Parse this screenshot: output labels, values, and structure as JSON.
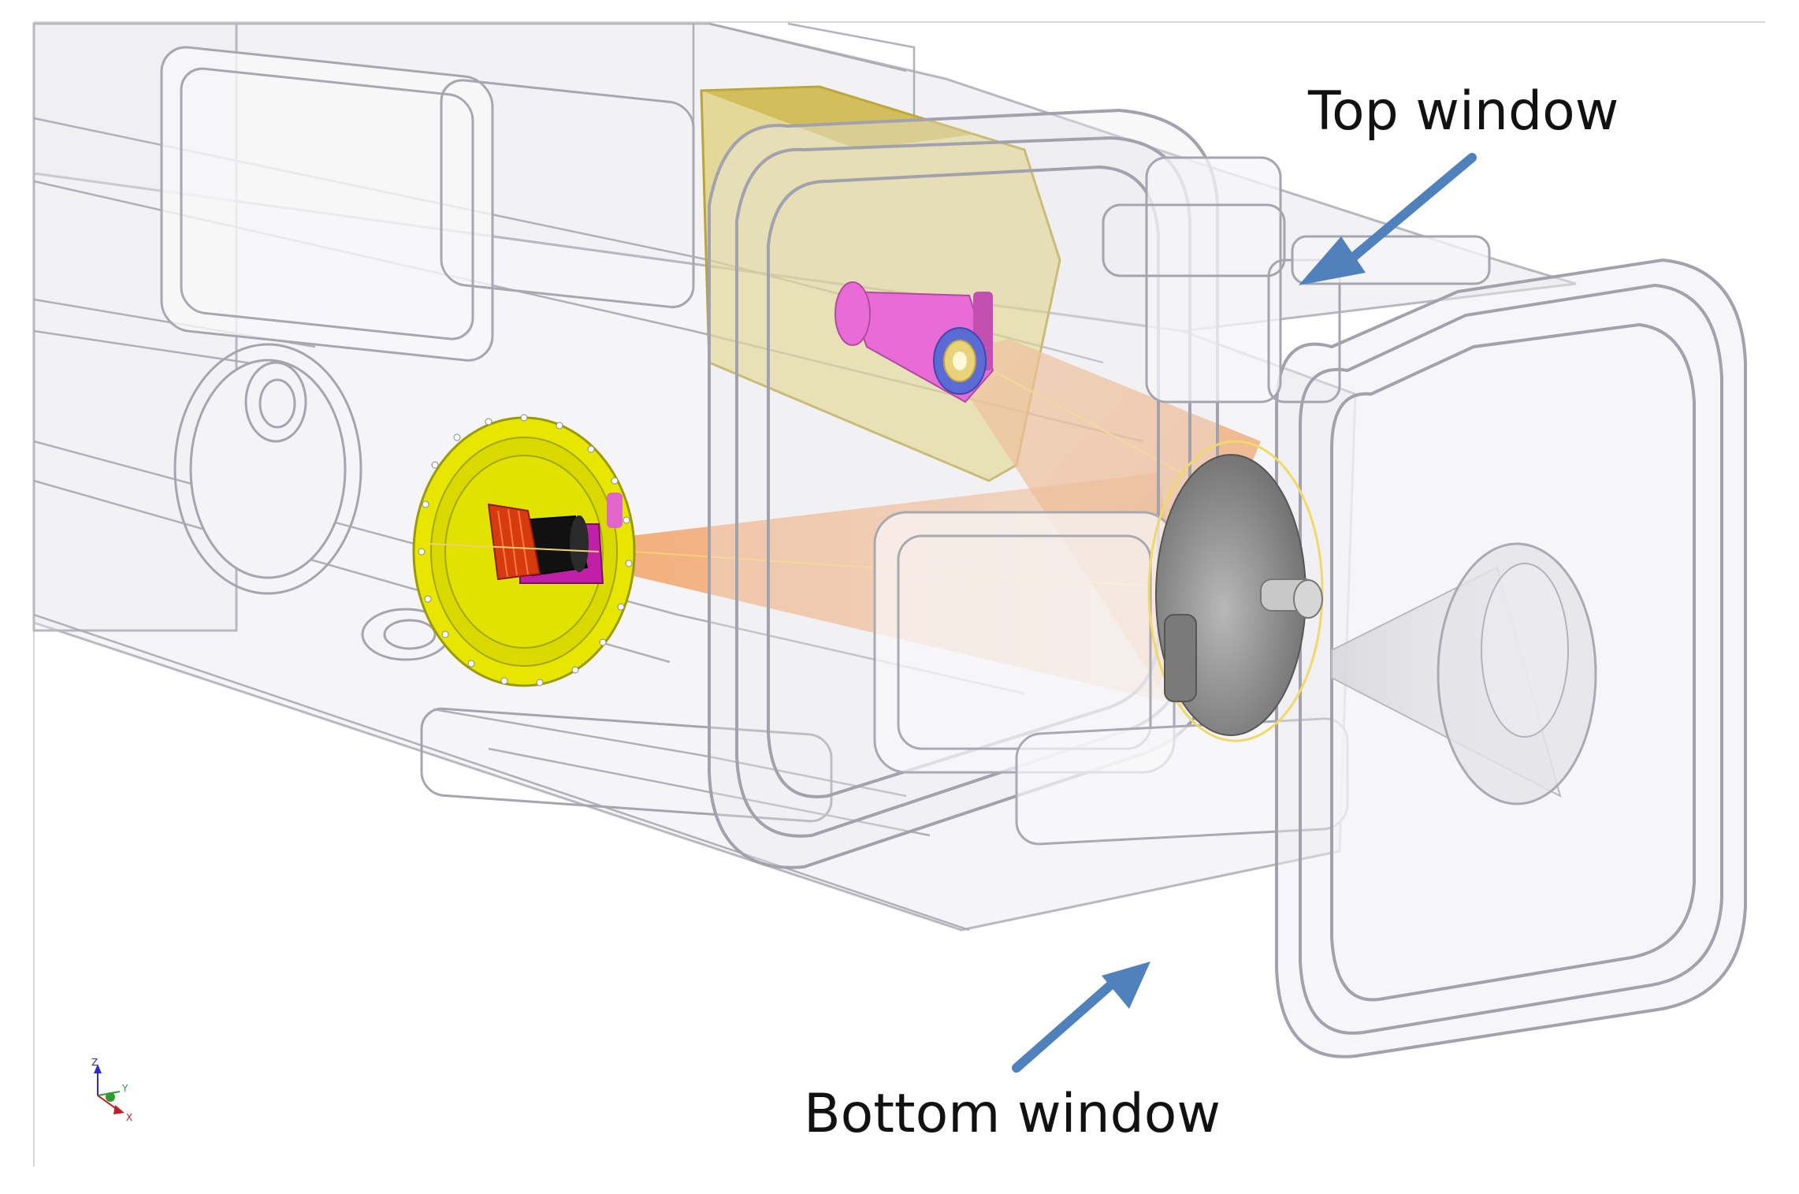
{
  "annotations": {
    "top_window": "Top window",
    "bottom_window": "Bottom window"
  },
  "axis_triad": {
    "x": "X",
    "y": "Y",
    "z": "Z"
  },
  "colors": {
    "background": "#ffffff",
    "arrow": "#4f81bd",
    "flange": "#e6e600",
    "camera_body": "#d83a10",
    "camera_lens": "#111111",
    "magenta_mount": "#c21fa8",
    "light_source": "#e86bd6",
    "light_ring": "#5b6bd6",
    "yellow_panel": "#d8c24a",
    "beam": "#f0a060",
    "disc": "#9a9a9a",
    "chamber_fill": "#eeeef1",
    "chamber_edge": "#b8b8c2"
  }
}
